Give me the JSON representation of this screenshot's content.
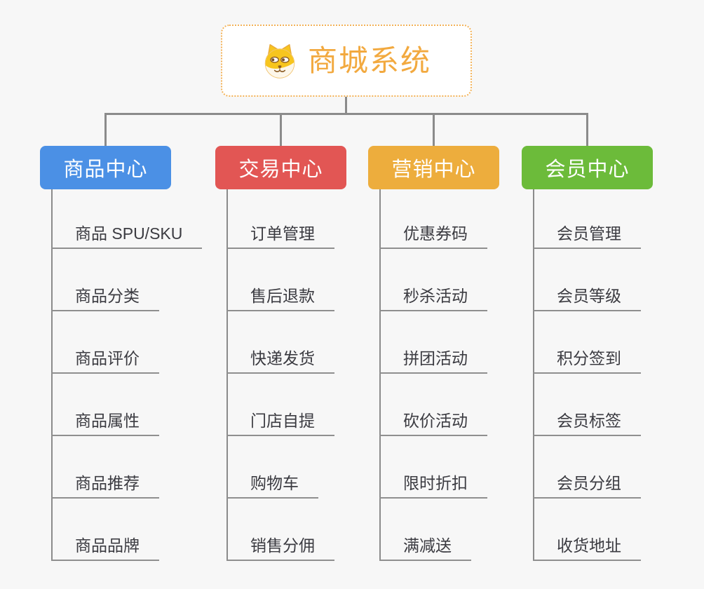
{
  "page": {
    "background": "#f7f7f7",
    "connector_color": "#8b8b8b"
  },
  "root": {
    "title": "商城系统",
    "icon": "shiba-dog-face-icon",
    "accent_color": "#f2a93f",
    "border_color": "#f3b257"
  },
  "categories": [
    {
      "label": "商品中心",
      "color": "#4b90e5",
      "items": [
        "商品 SPU/SKU",
        "商品分类",
        "商品评价",
        "商品属性",
        "商品推荐",
        "商品品牌"
      ]
    },
    {
      "label": "交易中心",
      "color": "#e25654",
      "items": [
        "订单管理",
        "售后退款",
        "快递发货",
        "门店自提",
        "购物车",
        "销售分佣"
      ]
    },
    {
      "label": "营销中心",
      "color": "#edad3d",
      "items": [
        "优惠券码",
        "秒杀活动",
        "拼团活动",
        "砍价活动",
        "限时折扣",
        "满减送"
      ]
    },
    {
      "label": "会员中心",
      "color": "#6cbb3a",
      "items": [
        "会员管理",
        "会员等级",
        "积分签到",
        "会员标签",
        "会员分组",
        "收货地址"
      ]
    }
  ]
}
